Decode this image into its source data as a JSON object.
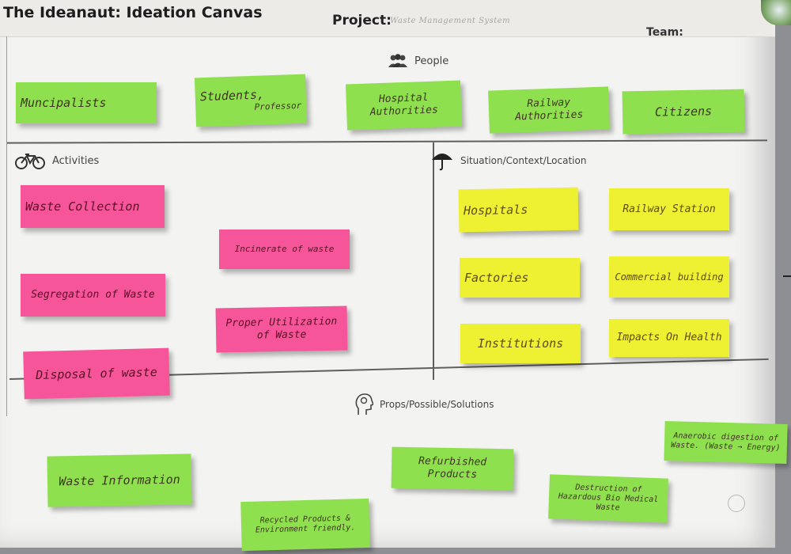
{
  "header": {
    "title": "The Ideanaut: Ideation Canvas",
    "project_label": "Project:",
    "project_value": "Waste Management System",
    "team_label": "Team:"
  },
  "sections": {
    "people": {
      "title": "People"
    },
    "activities": {
      "title": "Activities"
    },
    "situation": {
      "title": "Situation/Context/Location"
    },
    "props": {
      "title": "Props/Possible/Solutions"
    }
  },
  "people_notes": [
    {
      "text": "Muncipalists"
    },
    {
      "text": "Students,",
      "sub": "Professor"
    },
    {
      "text": "Hospital Authorities"
    },
    {
      "text": "Railway Authorities"
    },
    {
      "text": "Citizens"
    }
  ],
  "activity_notes": [
    {
      "text": "Waste Collection"
    },
    {
      "text": "Incinerate of waste"
    },
    {
      "text": "Segregation of Waste"
    },
    {
      "text": "Proper Utilization of Waste"
    },
    {
      "text": "Disposal of waste"
    }
  ],
  "situation_notes": [
    {
      "text": "Hospitals"
    },
    {
      "text": "Railway Station"
    },
    {
      "text": "Factories"
    },
    {
      "text": "Commercial building"
    },
    {
      "text": "Institutions"
    },
    {
      "text": "Impacts On Health"
    }
  ],
  "prop_notes": [
    {
      "text": "Waste Information"
    },
    {
      "text": "Refurbished Products"
    },
    {
      "text": "Anaerobic digestion of Waste. (Waste → Energy)"
    },
    {
      "text": "Destruction of Hazardous Bio Medical Waste"
    },
    {
      "text": "Recycled Products & Environment friendly."
    }
  ],
  "colors": {
    "green_note": "#8fe04e",
    "pink_note": "#f6559a",
    "yellow_note": "#eef032",
    "board": "#f3f3f1"
  }
}
